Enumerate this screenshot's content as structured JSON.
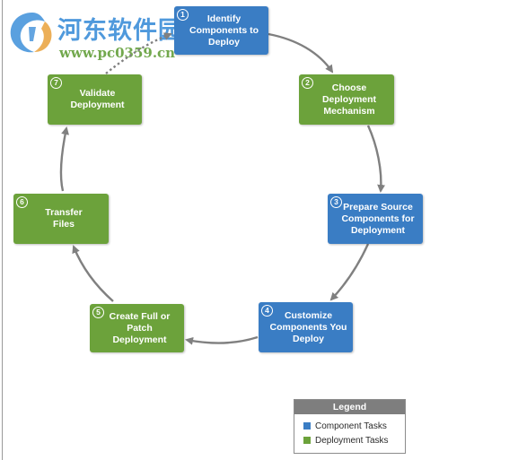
{
  "watermark": {
    "site_name": "河东软件园",
    "url": "www.pc0359.cn"
  },
  "colors": {
    "component": "#3a7dc4",
    "deployment": "#6ca23b",
    "arrow": "#808080"
  },
  "steps": [
    {
      "number": "1",
      "label": "Identify\nComponents to\nDeploy",
      "category": "component"
    },
    {
      "number": "2",
      "label": "Choose\nDeployment\nMechanism",
      "category": "deployment"
    },
    {
      "number": "3",
      "label": "Prepare Source\nComponents for\nDeployment",
      "category": "component"
    },
    {
      "number": "4",
      "label": "Customize\nComponents You\nDeploy",
      "category": "component"
    },
    {
      "number": "5",
      "label": "Create Full or\nPatch Deployment",
      "category": "deployment"
    },
    {
      "number": "6",
      "label": "Transfer\nFiles",
      "category": "deployment"
    },
    {
      "number": "7",
      "label": "Validate\nDeployment",
      "category": "deployment"
    }
  ],
  "legend": {
    "title": "Legend",
    "items": [
      {
        "label": "Component Tasks",
        "color": "#3a7dc4"
      },
      {
        "label": "Deployment Tasks",
        "color": "#6ca23b"
      }
    ]
  }
}
